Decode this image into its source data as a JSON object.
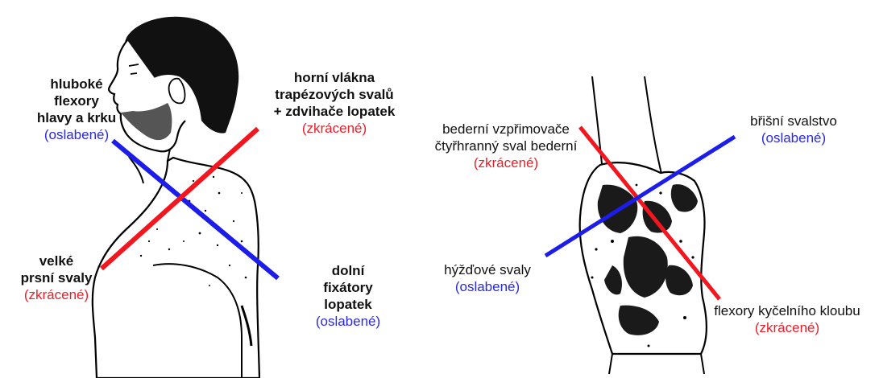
{
  "colors": {
    "red": "#f2161f",
    "blue": "#1d1dea",
    "text": "#111111",
    "red_text": "#e8202a",
    "blue_text": "#2a2ae0"
  },
  "left": {
    "deep_flexors": {
      "line1": "hluboké",
      "line2": "flexory",
      "line3": "hlavy a krku",
      "status": "(oslabené)"
    },
    "upper_trapezius": {
      "line1": "horní vlákna",
      "line2": "trapézových svalů",
      "line3": "+ zdvihače lopatek",
      "status": "(zkrácené)"
    },
    "pectorals": {
      "line1": "velké",
      "line2": "prsní svaly",
      "status": "(zkrácené)"
    },
    "lower_fixators": {
      "line1": "dolní",
      "line2": "fixátory",
      "line3": "lopatek",
      "status": "(oslabené)"
    }
  },
  "right": {
    "erector": {
      "line1": "bederní vzpřimovače",
      "line2": "čtyřhranný sval bederní",
      "status": "(zkrácené)"
    },
    "abdominals": {
      "line1": "břišní svalstvo",
      "status": "(oslabené)"
    },
    "gluteals": {
      "line1": "hýžďové svaly",
      "status": "(oslabené)"
    },
    "hip_flexors": {
      "line1": "flexory kyčelního kloubu",
      "status": "(zkrácené)"
    }
  }
}
